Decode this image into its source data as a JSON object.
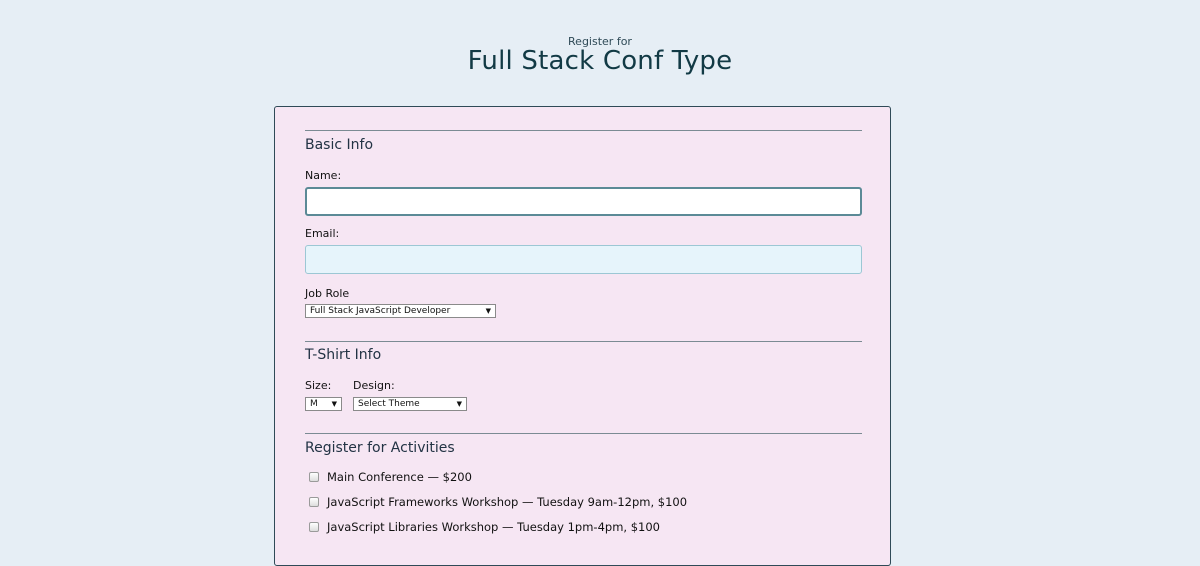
{
  "header": {
    "pre_title": "Register for",
    "title": "Full Stack Conf Type"
  },
  "basic_info": {
    "title": "Basic Info",
    "name_label": "Name:",
    "name_value": "",
    "email_label": "Email:",
    "email_value": "",
    "job_role_label": "Job Role",
    "job_role_selected": "Full Stack JavaScript Developer"
  },
  "tshirt": {
    "title": "T-Shirt Info",
    "size_label": "Size:",
    "size_selected": "M",
    "design_label": "Design:",
    "design_selected": "Select Theme"
  },
  "activities": {
    "title": "Register for Activities",
    "items": [
      {
        "label": "Main Conference — $200",
        "checked": false
      },
      {
        "label": "JavaScript Frameworks Workshop — Tuesday 9am-12pm, $100",
        "checked": false
      },
      {
        "label": "JavaScript Libraries Workshop — Tuesday 1pm-4pm, $100",
        "checked": false
      }
    ]
  },
  "icons": {
    "caret": "caret-down-icon"
  }
}
